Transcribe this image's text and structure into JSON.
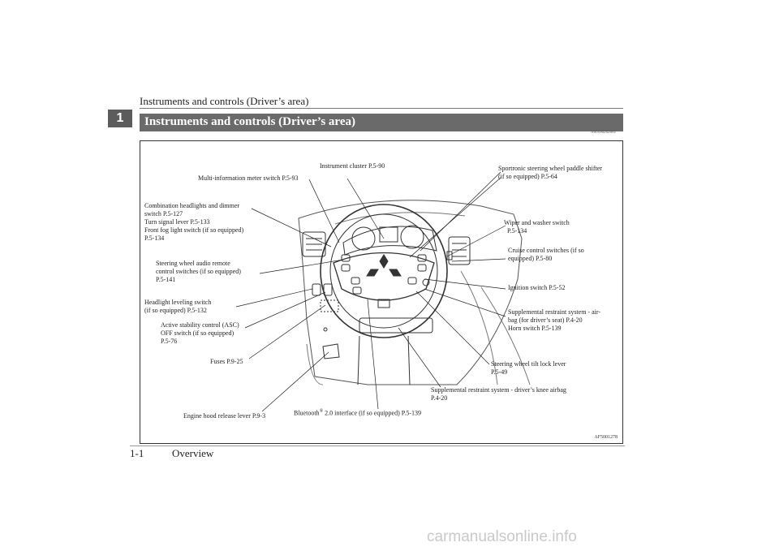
{
  "header": {
    "title": "Instruments and controls (Driver’s area)"
  },
  "chapter_tab": "1",
  "section": {
    "title": "Instruments and controls (Driver’s area)",
    "ref_code": "N00100202661"
  },
  "figure": {
    "code": "AF5001278",
    "labels": {
      "instrument_cluster": "Instrument cluster P.5-90",
      "multi_info_switch": "Multi-information meter switch P.5-93",
      "paddle_shifter": "Sportronic steering wheel paddle shifter\n(if so equipped) P.5-64",
      "combination_headlights": "Combination headlights and dimmer\nswitch P.5-127\nTurn signal lever P.5-133\nFront fog light switch (if so equipped)\nP.5-134",
      "wiper_washer": "Wiper and washer switch\n  P.5-134",
      "cruise_control": "Cruise control switches (if so\nequipped) P.5-80",
      "audio_remote": "Steering wheel audio remote\ncontrol switches (if so equipped)\nP.5-141",
      "ignition": "Ignition switch P.5-52",
      "headlight_leveling": "Headlight leveling switch\n(if so equipped) P.5-132",
      "srs_airbag": "Supplemental restraint system - air-\nbag (for driver’s seat) P.4-20\nHorn switch P.5-139",
      "asc_switch": "Active stability control (ASC)\nOFF switch (if so equipped)\nP.5-76",
      "fuses": "Fuses P.9-25",
      "tilt_lever": "Steering wheel tilt lock lever\nP.5-49",
      "knee_airbag": "Supplemental restraint system - driver’s knee airbag\nP.4-20",
      "bluetooth_pre": "Bluetooth",
      "bluetooth_sup": "®",
      "bluetooth_post": " 2.0 interface (if so equipped) P.5-139",
      "hood_release": "Engine hood release lever P.9-3"
    }
  },
  "footer": {
    "page": "1-1",
    "section": "Overview"
  },
  "watermark": "carmanualsonline.info"
}
